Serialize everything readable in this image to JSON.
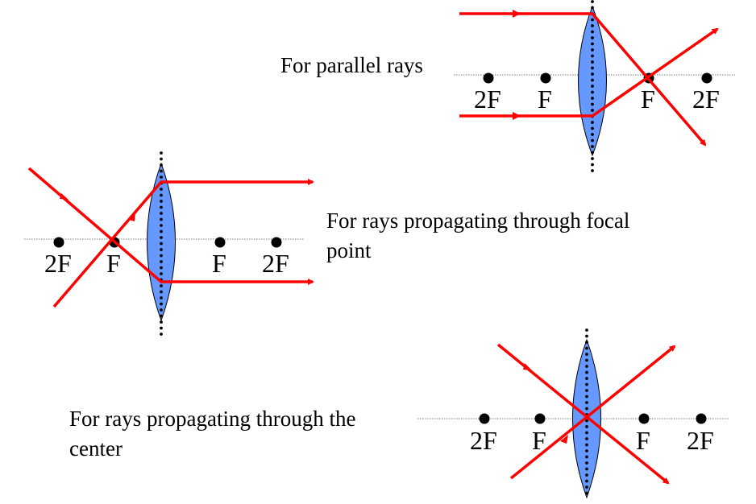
{
  "colors": {
    "ray": "#ff0000",
    "lens_fill": "#6699ff",
    "lens_stroke": "#000000",
    "axis": "#777777",
    "point": "#000000"
  },
  "diagrams": [
    {
      "id": "parallel",
      "caption": "For parallel rays",
      "points": [
        {
          "label": "2F",
          "side": "left",
          "multiple": -2
        },
        {
          "label": "F",
          "side": "left",
          "multiple": -1
        },
        {
          "label": "F",
          "side": "right",
          "multiple": 1
        },
        {
          "label": "2F",
          "side": "right",
          "multiple": 2
        }
      ],
      "rays": [
        {
          "name": "upper-parallel-ray",
          "description": "parallel to axis above, refracts through right focal point"
        },
        {
          "name": "lower-parallel-ray",
          "description": "parallel to axis below, refracts through right focal point"
        }
      ]
    },
    {
      "id": "focal",
      "caption_lines": [
        "For rays propagating through focal",
        "point"
      ],
      "points": [
        {
          "label": "2F",
          "side": "left",
          "multiple": -2
        },
        {
          "label": "F",
          "side": "left",
          "multiple": -1
        },
        {
          "label": "F",
          "side": "right",
          "multiple": 1
        },
        {
          "label": "2F",
          "side": "right",
          "multiple": 2
        }
      ],
      "rays": [
        {
          "name": "descending-focal-ray",
          "description": "passes through left focal point, exits parallel below axis"
        },
        {
          "name": "ascending-focal-ray",
          "description": "passes through left focal point, exits parallel above axis"
        }
      ]
    },
    {
      "id": "center",
      "caption_lines": [
        "For rays propagating through the",
        "center"
      ],
      "points": [
        {
          "label": "2F",
          "side": "left",
          "multiple": -2
        },
        {
          "label": "F",
          "side": "left",
          "multiple": -1
        },
        {
          "label": "F",
          "side": "right",
          "multiple": 1
        },
        {
          "label": "2F",
          "side": "right",
          "multiple": 2
        }
      ],
      "rays": [
        {
          "name": "descending-center-ray",
          "description": "passes undeviated through lens center"
        },
        {
          "name": "ascending-center-ray",
          "description": "passes undeviated through lens center"
        }
      ]
    }
  ]
}
